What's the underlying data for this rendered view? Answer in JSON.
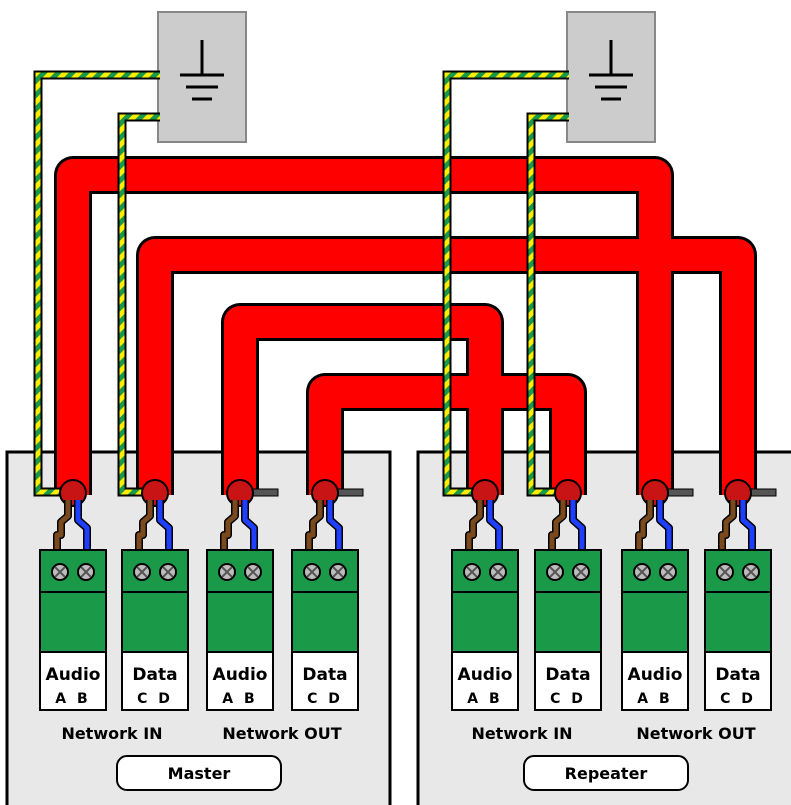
{
  "devices": [
    {
      "name": "Master",
      "groups": [
        "Network IN",
        "Network OUT"
      ],
      "connectors": [
        {
          "label": "Audio",
          "pins": "A B"
        },
        {
          "label": "Data",
          "pins": "C D"
        },
        {
          "label": "Audio",
          "pins": "A B"
        },
        {
          "label": "Data",
          "pins": "C D"
        }
      ]
    },
    {
      "name": "Repeater",
      "groups": [
        "Network IN",
        "Network OUT"
      ],
      "connectors": [
        {
          "label": "Audio",
          "pins": "A B"
        },
        {
          "label": "Data",
          "pins": "C D"
        },
        {
          "label": "Audio",
          "pins": "A B"
        },
        {
          "label": "Data",
          "pins": "C D"
        }
      ]
    }
  ],
  "colors": {
    "cable": "#ff0000",
    "cable_outline": "#000000",
    "connector": "#1a9a48",
    "panel": "#e8e8e8",
    "ground_box": "#cccccc",
    "earth_green": "#1a9a48",
    "earth_yellow": "#ffee00",
    "wire_brown": "#7a4a1e",
    "wire_blue": "#1f3fff"
  },
  "icons": [
    "ground-symbol-icon",
    "screw-terminal-icon"
  ]
}
